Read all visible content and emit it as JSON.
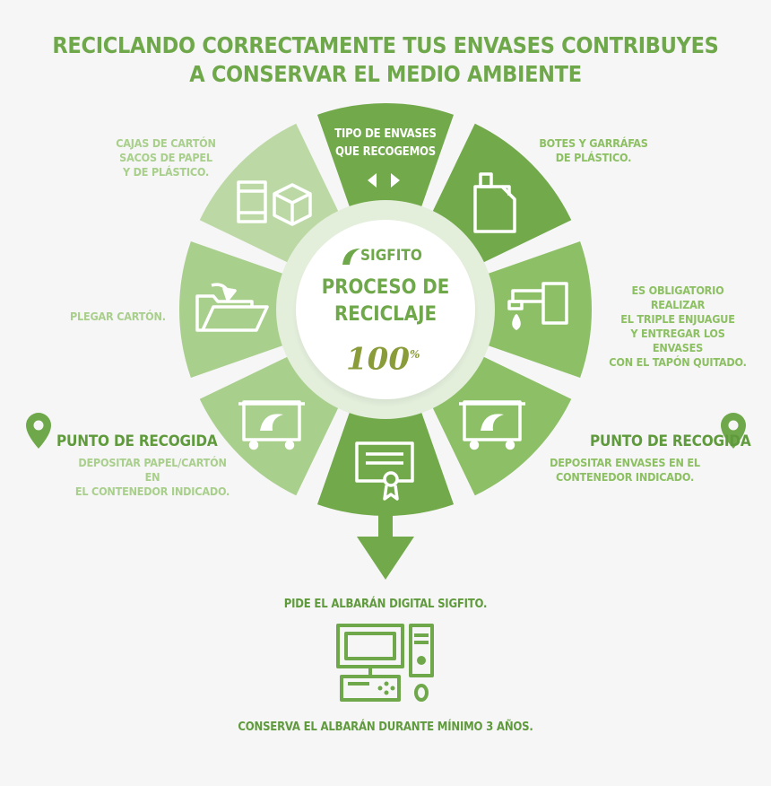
{
  "title": {
    "line1": "RECICLANDO CORRECTAMENTE TUS ENVASES CONTRIBUYES",
    "line2": "A CONSERVAR EL MEDIO AMBIENTE"
  },
  "center": {
    "logo": "SIGFITO",
    "title_line1": "PROCESO DE",
    "title_line2": "RECICLAJE",
    "badge": "100",
    "badge_suffix": "%"
  },
  "top_segment": {
    "line1": "TIPO DE ENVASES",
    "line2": "QUE RECOGEMOS"
  },
  "left_labels": {
    "cartons": [
      "CAJAS DE CARTÓN",
      "SACOS DE PAPEL",
      "Y DE PLÁSTICO."
    ],
    "fold": "PLEGAR CARTÓN.",
    "pickup_title": "PUNTO DE RECOGIDA",
    "pickup_desc": [
      "DEPOSITAR PAPEL/CARTÓN EN",
      "EL CONTENEDOR INDICADO."
    ]
  },
  "right_labels": {
    "bottles": [
      "BOTES Y GARRÁFAS",
      "DE PLÁSTICO."
    ],
    "rinse": [
      "ES OBLIGATORIO REALIZAR",
      "EL TRIPLE ENJUAGUE",
      "Y ENTREGAR LOS ENVASES",
      "CON EL TAPÓN QUITADO."
    ],
    "pickup_title": "PUNTO DE RECOGIDA",
    "pickup_desc": [
      "DEPOSITAR ENVASES EN EL",
      "CONTENEDOR INDICADO."
    ]
  },
  "bottom": {
    "albaran": "PIDE EL ALBARÁN DIGITAL SIGFITO.",
    "keep": "CONSERVA EL ALBARÁN DURANTE MÍNIMO 3 AÑOS."
  },
  "colors": {
    "dark_green": "#72a94b",
    "mid_green": "#8cbf66",
    "light_green": "#a9cf8c",
    "pale_green": "#bcd9a5",
    "title_green": "#6fa84a"
  }
}
